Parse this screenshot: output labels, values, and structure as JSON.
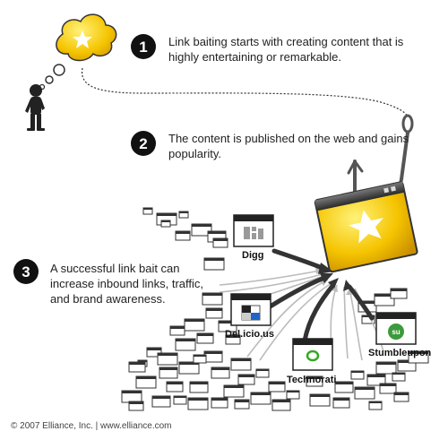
{
  "steps": [
    {
      "number": "1",
      "text": "Link baiting starts with creating content that is highly entertaining or remarkable."
    },
    {
      "number": "2",
      "text": "The content is published on the web and gains popularity."
    },
    {
      "number": "3",
      "text": "A successful link bait can increase inbound links, traffic, and brand awareness."
    }
  ],
  "services": {
    "digg": "Digg",
    "delicious": "Del.icio.us",
    "technorati": "Technorati",
    "stumbleupon": "Stumbleupon"
  },
  "icons": {
    "stumbleupon_glyph": "su"
  },
  "footer": "© 2007 Elliance, Inc. | www.elliance.com",
  "colors": {
    "bait_yellow": "#f5c400",
    "bait_window_frame": "#444444",
    "arrow_dark": "#333333",
    "arrow_light": "#bbbbbb",
    "badge_bg": "#111111"
  }
}
